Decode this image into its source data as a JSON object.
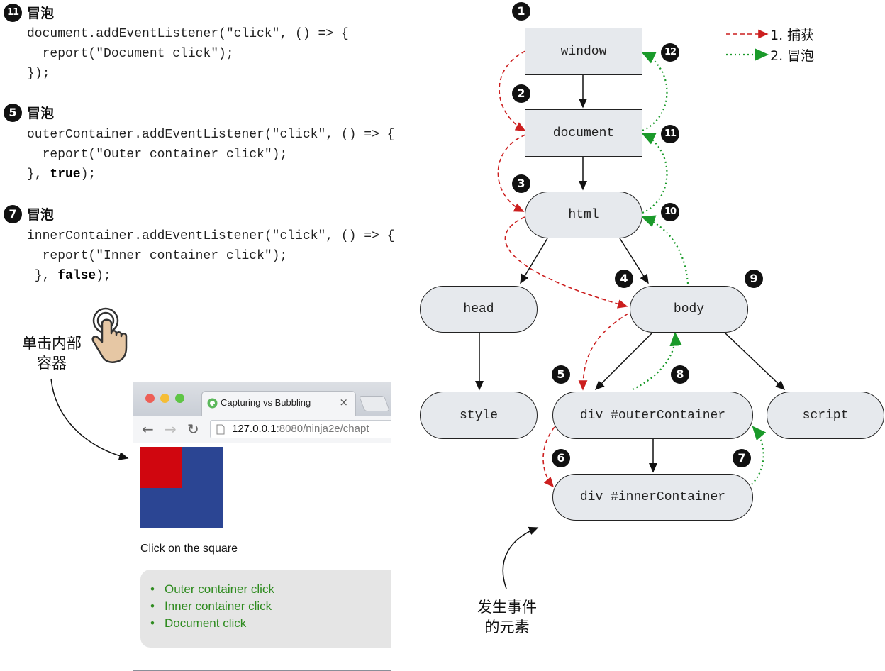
{
  "code_blocks": [
    {
      "badge": "11",
      "heading": "冒泡",
      "lines": [
        "document.addEventListener(\"click\", () => {",
        "  report(\"Document click\");",
        "});"
      ]
    },
    {
      "badge": "5",
      "heading": "冒泡",
      "lines": [
        "outerContainer.addEventListener(\"click\", () => {",
        "  report(\"Outer container click\");",
        "}, ",
        "true",
        ");"
      ]
    },
    {
      "badge": "7",
      "heading": "冒泡",
      "lines": [
        "innerContainer.addEventListener(\"click\", () => {",
        "  report(\"Inner container click\");",
        " }, ",
        "false",
        ");"
      ]
    }
  ],
  "click_caption": [
    "单击内部",
    "容器"
  ],
  "target_caption": [
    "发生事件",
    "的元素"
  ],
  "legend": {
    "capture": "1. 捕获",
    "bubble": "2. 冒泡",
    "capture_color": "#cc1f1f",
    "bubble_color": "#1a9a2a"
  },
  "nodes": {
    "window": "window",
    "document": "document",
    "html": "html",
    "head": "head",
    "body": "body",
    "style": "style",
    "outer": "div #outerContainer",
    "script": "script",
    "inner": "div #innerContainer"
  },
  "step_badges": [
    "1",
    "2",
    "3",
    "4",
    "5",
    "6",
    "7",
    "8",
    "9",
    "10",
    "11",
    "12"
  ],
  "browser": {
    "tab_title": "Capturing vs Bubbling",
    "tab_close": "×",
    "url_host": "127.0.0.1",
    "url_rest": ":8080/ninja2e/chapt",
    "square_outer_color": "#2b4593",
    "square_inner_color": "#d0060f",
    "instruction": "Click on the square",
    "reports": [
      "Outer container click",
      "Inner container click",
      "Document click"
    ]
  }
}
